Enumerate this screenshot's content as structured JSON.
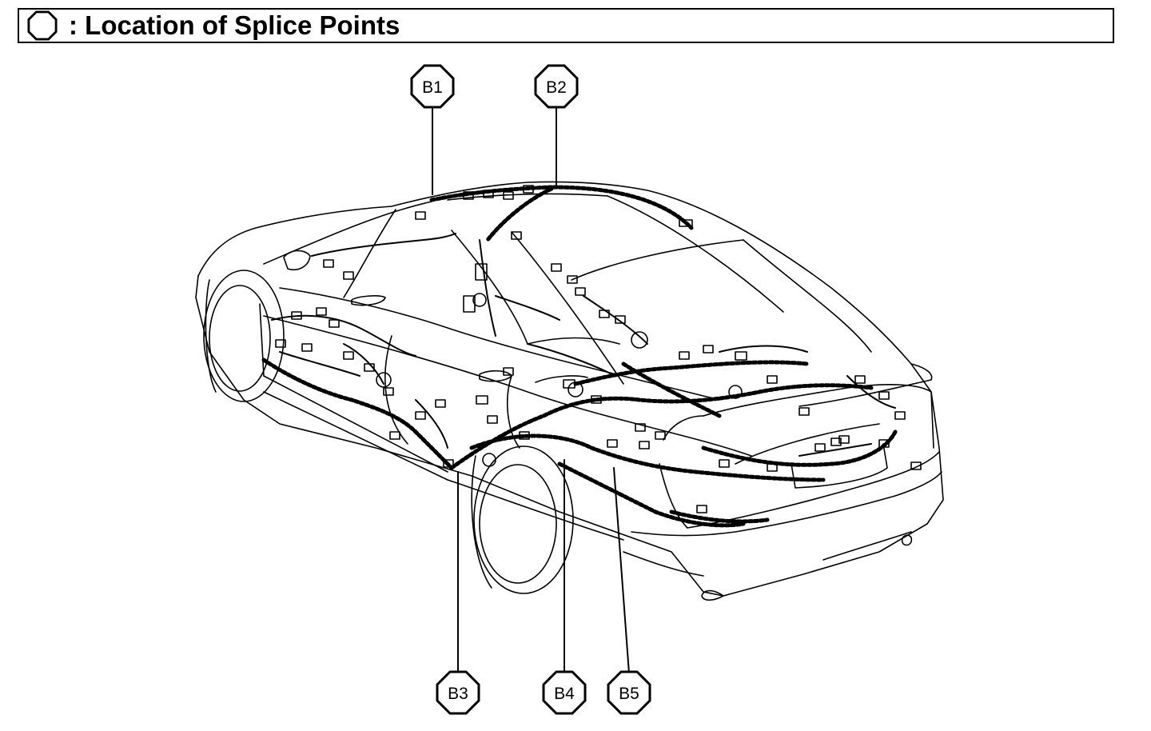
{
  "header": {
    "title": ": Location of Splice Points",
    "icon": "octagon-icon"
  },
  "callouts": [
    {
      "id": "b1",
      "label": "B1"
    },
    {
      "id": "b2",
      "label": "B2"
    },
    {
      "id": "b3",
      "label": "B3"
    },
    {
      "id": "b4",
      "label": "B4"
    },
    {
      "id": "b5",
      "label": "B5"
    }
  ],
  "colors": {
    "line": "#000000",
    "background": "#ffffff"
  }
}
